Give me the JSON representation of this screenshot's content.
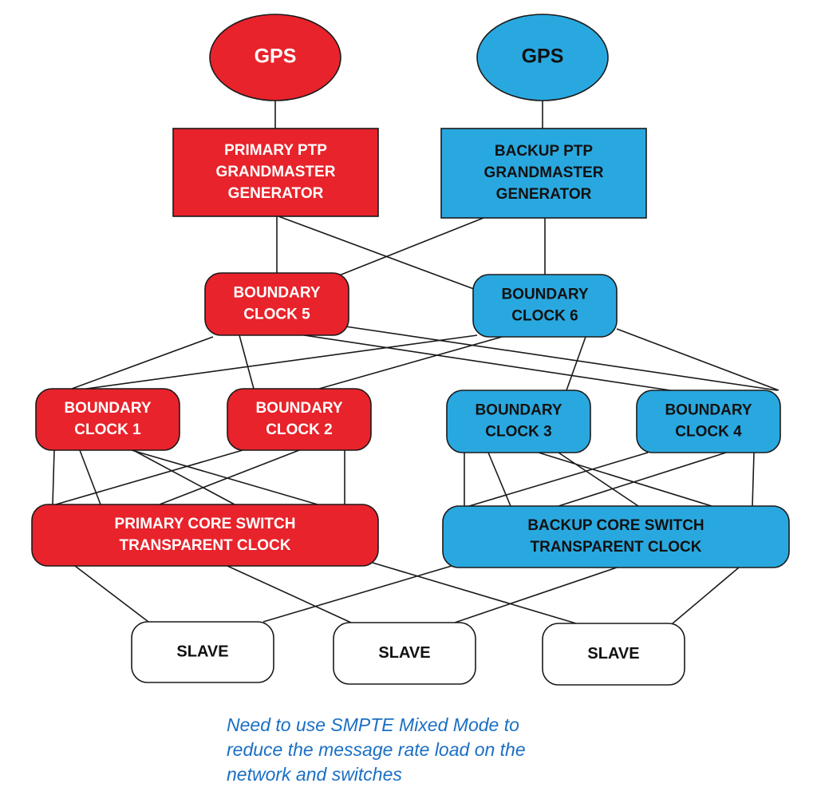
{
  "colors": {
    "primary_fill": "#e8232b",
    "backup_fill": "#29a8e0",
    "slave_fill": "#ffffff",
    "stroke": "#1a1a1a",
    "primary_text": "#ffffff",
    "backup_text": "#111111",
    "caption": "#1a6fc4"
  },
  "nodes": {
    "gps_primary": {
      "lines": [
        "GPS"
      ]
    },
    "gps_backup": {
      "lines": [
        "GPS"
      ]
    },
    "gm_primary": {
      "lines": [
        "PRIMARY PTP",
        "GRANDMASTER",
        "GENERATOR"
      ]
    },
    "gm_backup": {
      "lines": [
        "BACKUP PTP",
        "GRANDMASTER",
        "GENERATOR"
      ]
    },
    "bc5": {
      "lines": [
        "BOUNDARY",
        "CLOCK 5"
      ]
    },
    "bc6": {
      "lines": [
        "BOUNDARY",
        "CLOCK 6"
      ]
    },
    "bc1": {
      "lines": [
        "BOUNDARY",
        "CLOCK 1"
      ]
    },
    "bc2": {
      "lines": [
        "BOUNDARY",
        "CLOCK 2"
      ]
    },
    "bc3": {
      "lines": [
        "BOUNDARY",
        "CLOCK 3"
      ]
    },
    "bc4": {
      "lines": [
        "BOUNDARY",
        "CLOCK 4"
      ]
    },
    "core_primary": {
      "lines": [
        "PRIMARY CORE SWITCH",
        "TRANSPARENT CLOCK"
      ]
    },
    "core_backup": {
      "lines": [
        "BACKUP CORE SWITCH",
        "TRANSPARENT CLOCK"
      ]
    },
    "slave1": {
      "lines": [
        "SLAVE"
      ]
    },
    "slave2": {
      "lines": [
        "SLAVE"
      ]
    },
    "slave3": {
      "lines": [
        "SLAVE"
      ]
    }
  },
  "caption": {
    "lines": [
      "Need to use SMPTE Mixed Mode to",
      "reduce the message rate load on the",
      "network and switches"
    ]
  }
}
